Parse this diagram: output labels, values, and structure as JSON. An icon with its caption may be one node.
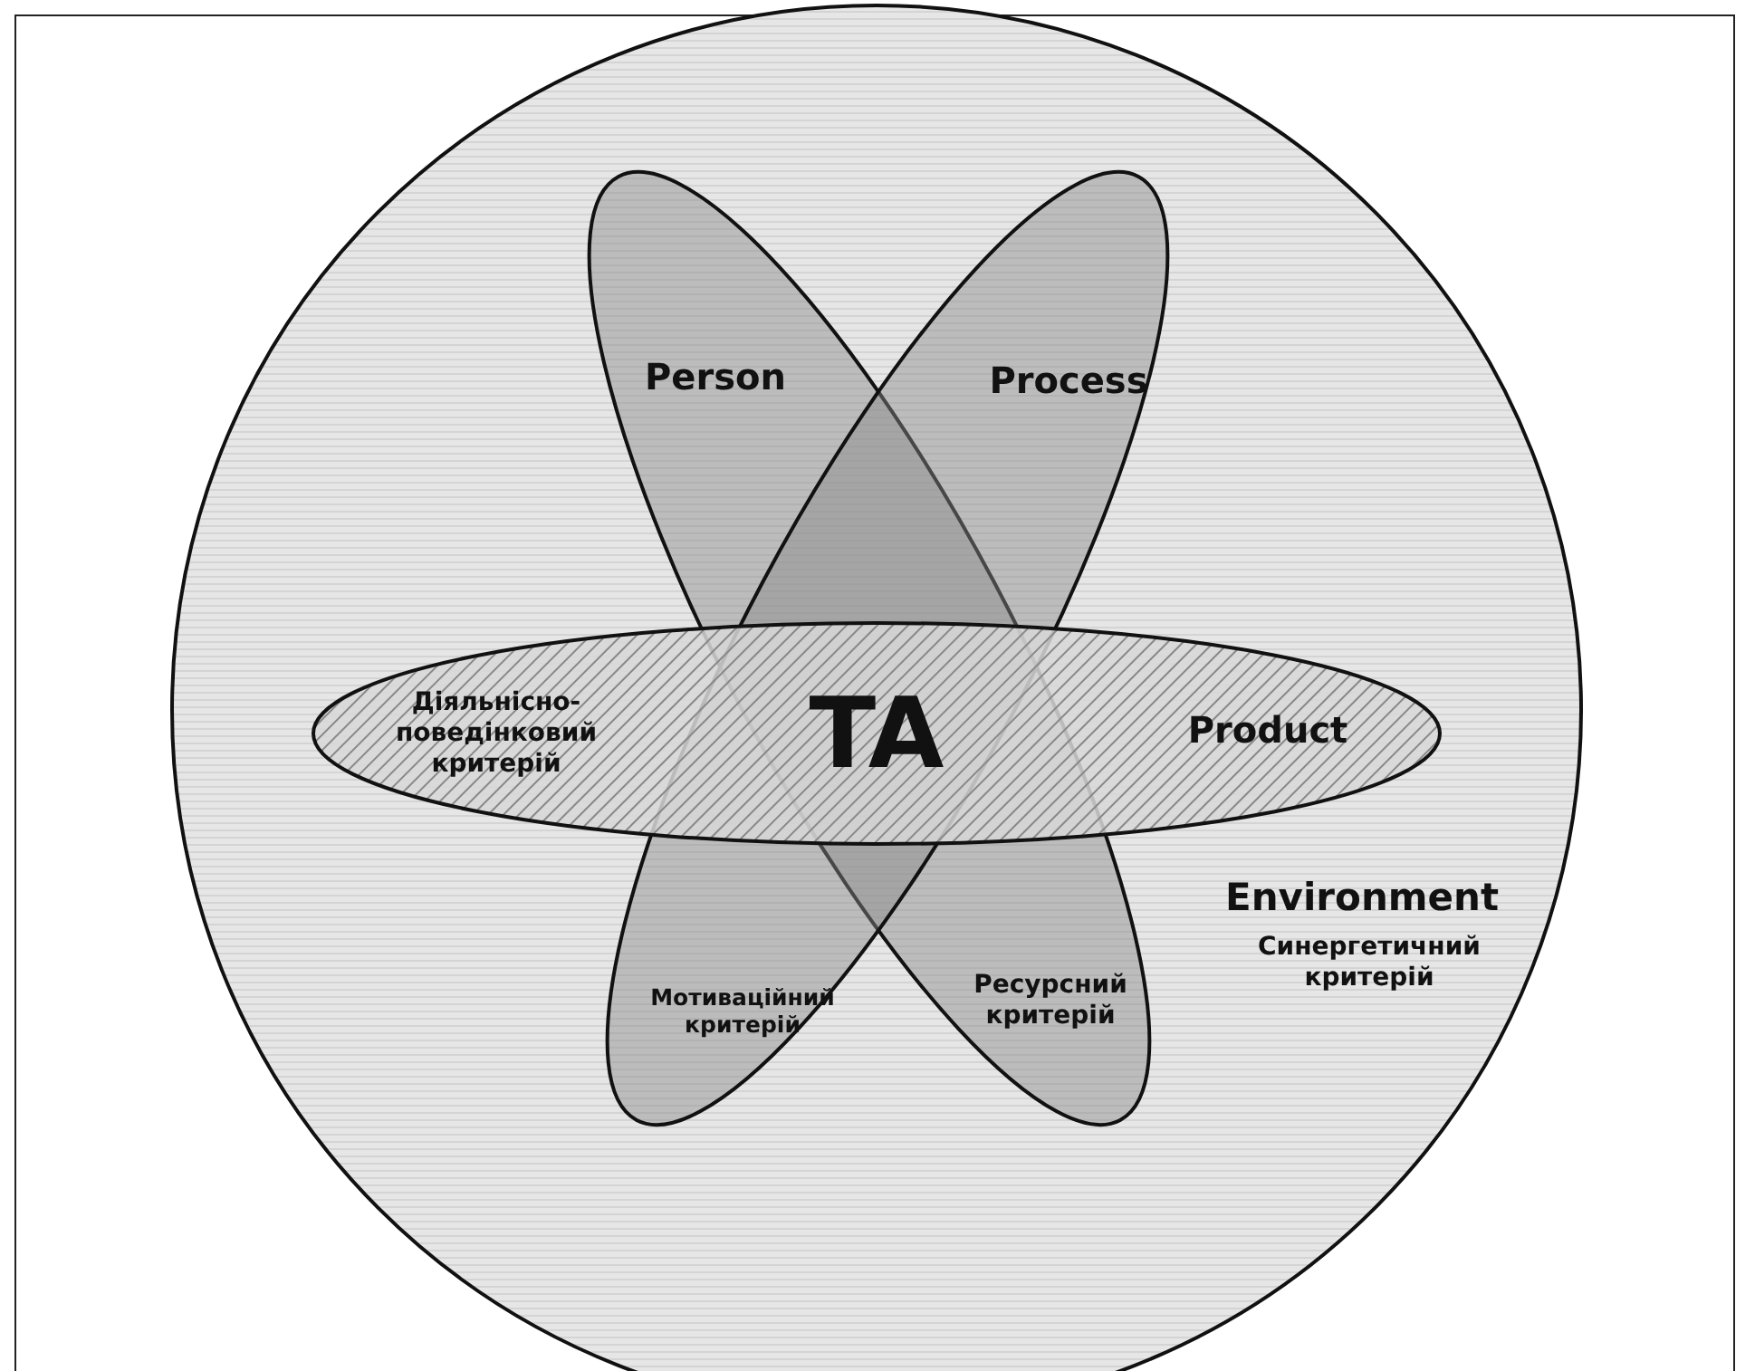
{
  "diagram": {
    "nodes": [
      {
        "text": [
          "Environment",
          "Синергетичний критерій"
        ]
      },
      {
        "text": [
          "Person",
          "Ресурсний критерій"
        ],
        "in": 0
      },
      {
        "text": [
          "Process",
          "Мотиваційний критерій"
        ],
        "in": 0
      },
      {
        "text": [
          "Діяльнісно-поведінковий критерій",
          "Product"
        ],
        "in": 0
      }
    ],
    "labels": [
      "TA"
    ]
  }
}
